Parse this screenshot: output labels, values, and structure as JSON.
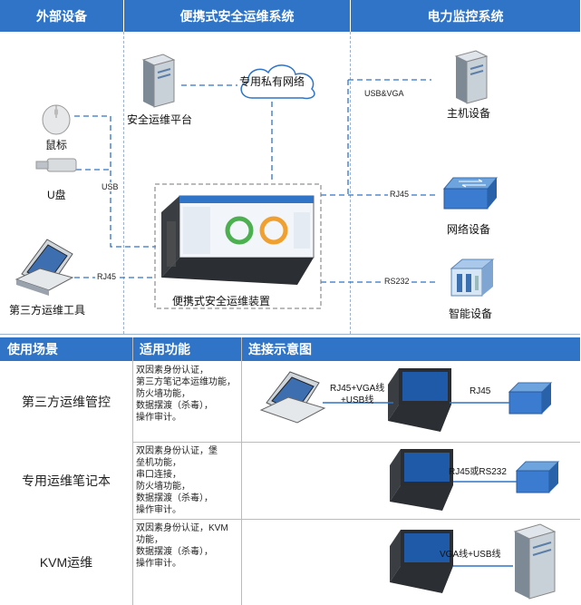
{
  "headers": {
    "external": "外部设备",
    "portable": "便携式安全运维系统",
    "power": "电力监控系统"
  },
  "external": {
    "mouse": "鼠标",
    "usb_disk": "U盘",
    "usb": "USB",
    "laptop": "第三方运维工具",
    "rj45": "RJ45"
  },
  "portable": {
    "platform": "安全运维平台",
    "cloud": "专用私有网络",
    "device": "便携式安全运维装置"
  },
  "power": {
    "host": "主机设备",
    "host_link": "USB&VGA",
    "network": "网络设备",
    "network_link": "RJ45",
    "smart": "智能设备",
    "smart_link": "RS232"
  },
  "table": {
    "headers": [
      "使用场景",
      "适用功能",
      "连接示意图"
    ],
    "rows": [
      {
        "scene": "第三方运维管控",
        "functions": "双因素身份认证，\n第三方笔记本运维功能，\n防火墙功能，\n数据摆渡（杀毒），\n操作审计。",
        "link1": "RJ45+VGA线\n+USB线",
        "link2": "RJ45"
      },
      {
        "scene": "专用运维笔记本",
        "functions": "双因素身份认证，堡\n垒机功能，\n串口连接，\n防火墙功能，\n数据摆渡（杀毒），\n操作审计。",
        "link1": "RJ45或RS232"
      },
      {
        "scene": "KVM运维",
        "functions": "双因素身份认证，KVM\n功能，\n数据摆渡（杀毒），\n操作审计。",
        "link1": "VGA线+USB线"
      }
    ]
  }
}
